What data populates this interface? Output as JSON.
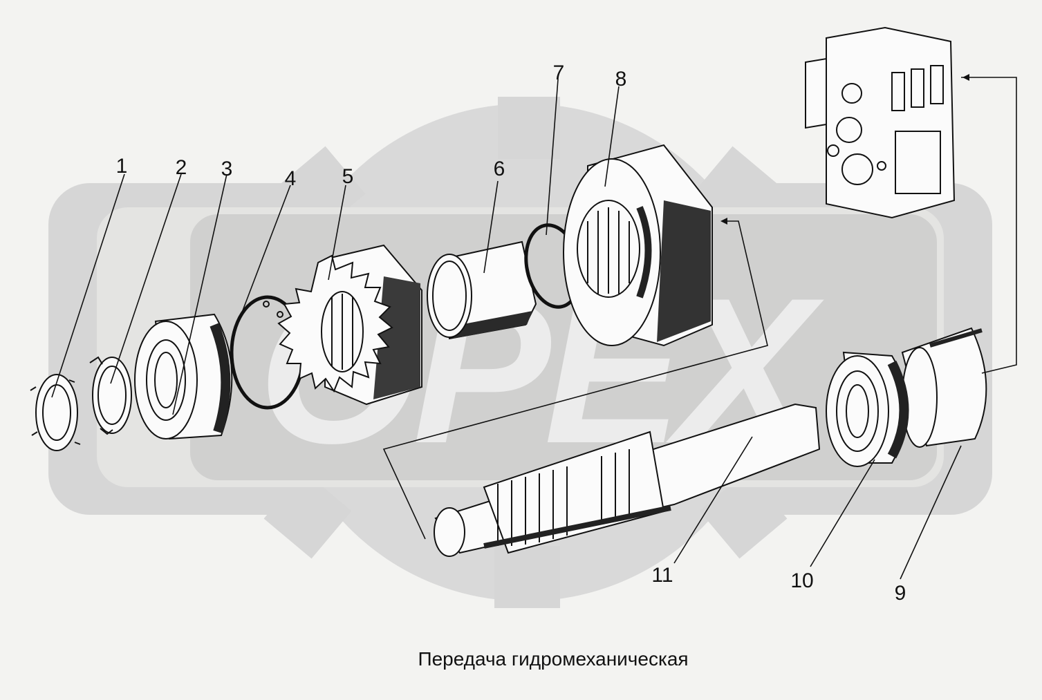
{
  "caption": "Передача гидромеханическая",
  "callouts": [
    "1",
    "2",
    "3",
    "4",
    "5",
    "6",
    "7",
    "8",
    "9",
    "10",
    "11"
  ],
  "watermark": {
    "text": "OPEX",
    "color": "#d6d6d6"
  },
  "colors": {
    "background": "#f3f3f1",
    "ink": "#111111",
    "watermark": "#d6d6d6"
  }
}
